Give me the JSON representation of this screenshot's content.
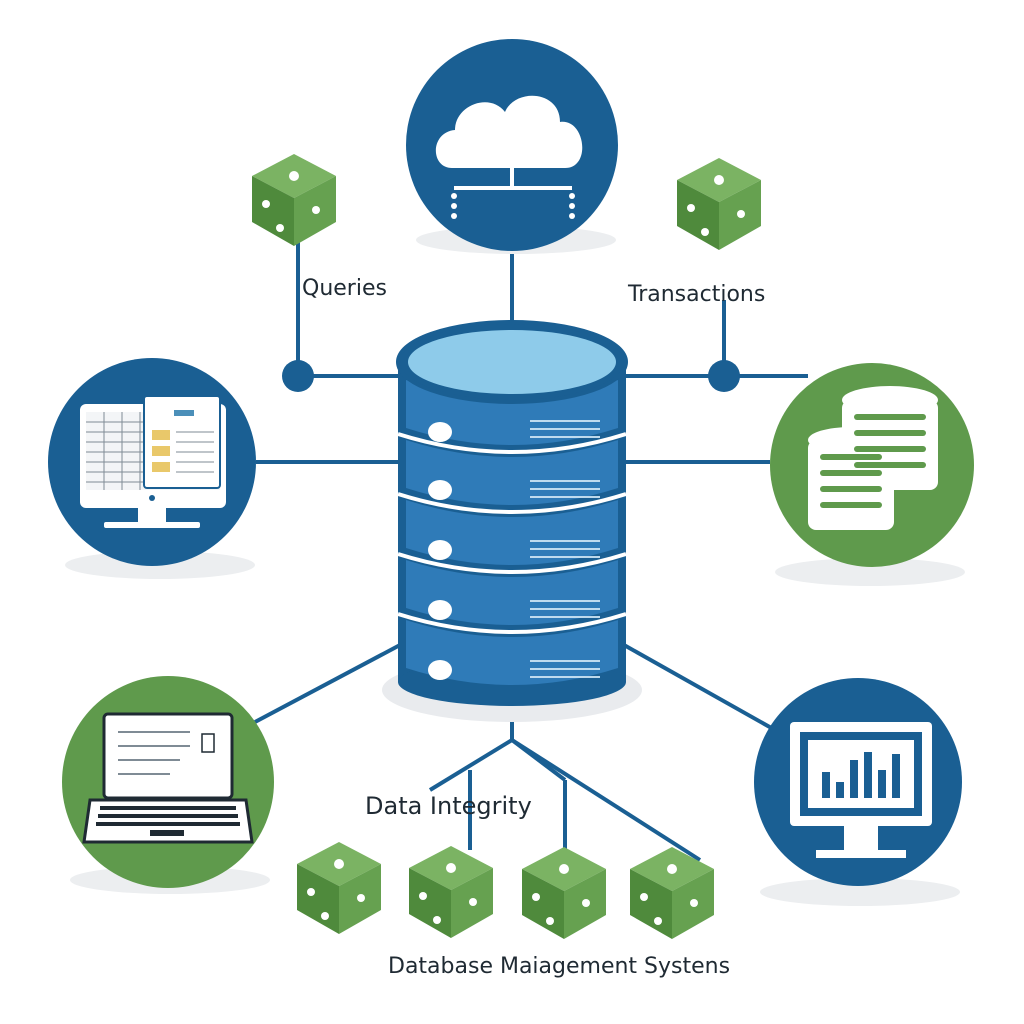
{
  "labels": {
    "queries": "Queries",
    "transactions": "Transactions",
    "data_integrity": "Data Integrity",
    "dbms": "Database Maiagement Systens"
  },
  "colors": {
    "blue": "#1a5f93",
    "blue_light": "#2f7bb8",
    "cylinder_top": "#8ecbea",
    "green": "#5f9a4c",
    "green_dark": "#3f7a33",
    "line": "#1a5f93",
    "shadow": "#e7e9ec"
  },
  "icons": {
    "center": "database-server-icon",
    "top": "cloud-network-icon",
    "left": "desktop-monitor-spreadsheet-icon",
    "right": "stacked-databases-icon",
    "bottom_left": "laptop-icon",
    "bottom_right": "monitor-bar-chart-icon",
    "cube": "green-cube-icon"
  }
}
